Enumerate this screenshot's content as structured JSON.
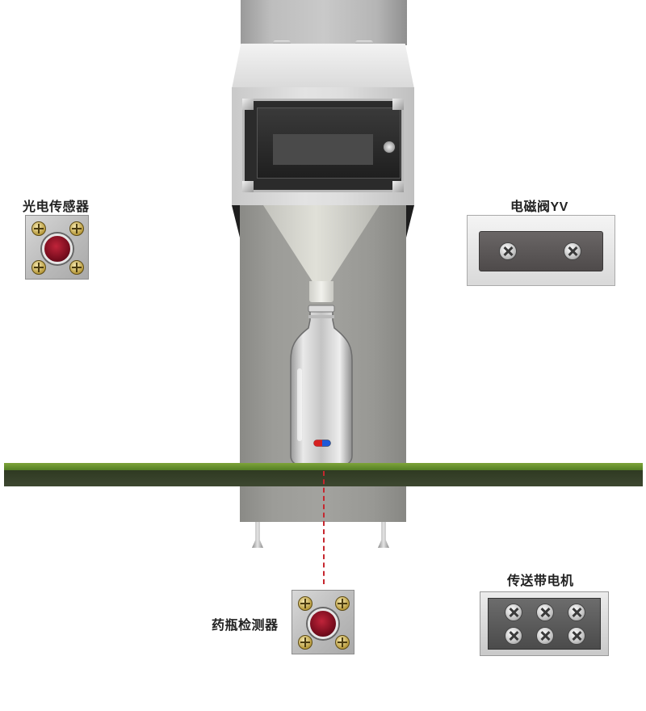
{
  "labels": {
    "photo_sensor": "光电传感器",
    "solenoid_valve": "电磁阀YV",
    "conveyor_motor": "传送带电机",
    "bottle_detector": "药瓶检测器"
  },
  "colors": {
    "belt_top": "#5e8a2a",
    "belt_body": "#363f2a",
    "laser": "#c6262e",
    "lens": "#8b1426",
    "machine_body": "#9c9c98"
  }
}
